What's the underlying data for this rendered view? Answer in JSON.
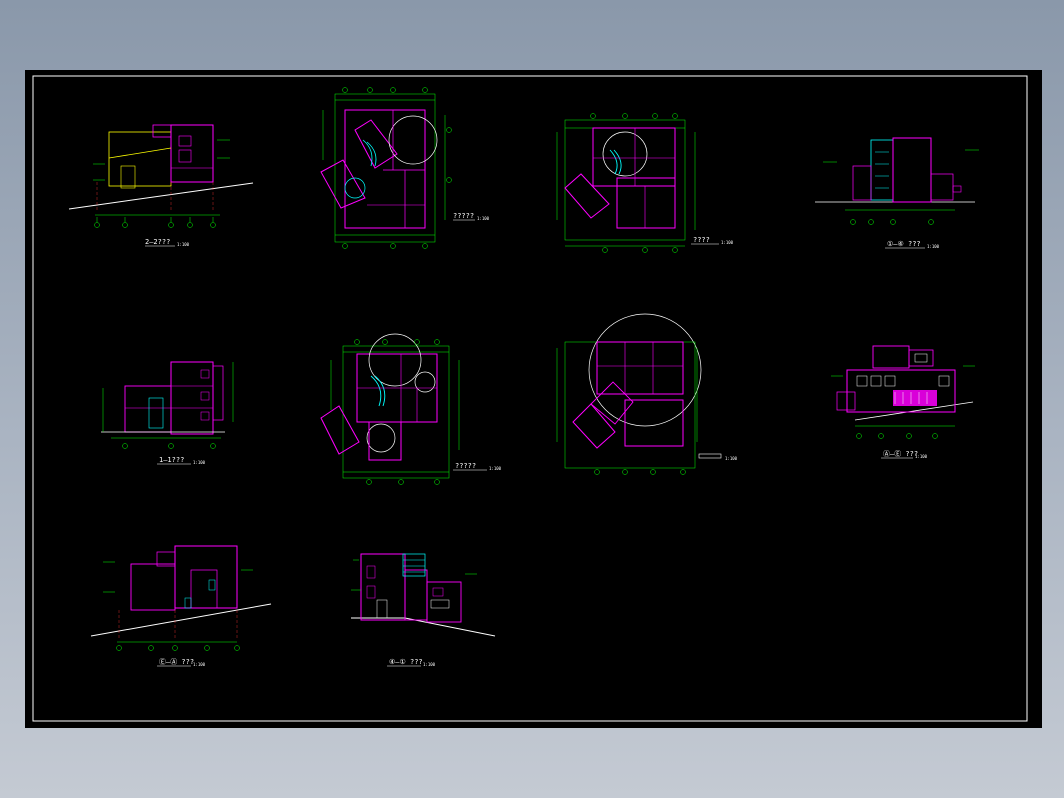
{
  "drawing": {
    "colors": {
      "background": "#000000",
      "frame": "#ffffff",
      "walls": "#ff00ff",
      "dimensions": "#00ff00",
      "stairs": "#00ffff",
      "titles": "#ffffff",
      "accent": "#ffff00",
      "axes": "#ff3333"
    },
    "views": {
      "section_2": {
        "title": "2—2???",
        "scale": "1:100"
      },
      "plan_floor_1": {
        "title": "?????",
        "scale": "1:100"
      },
      "plan_floor_2": {
        "title": "????",
        "scale": "1:100"
      },
      "elevation_1": {
        "title": "①—④ ???",
        "scale": "1:100"
      },
      "section_1": {
        "title": "1—1???",
        "scale": "1:100"
      },
      "plan_floor_0": {
        "title": "?????",
        "scale": "1:100"
      },
      "plan_roof": {
        "title": "",
        "scale": "1:100"
      },
      "elevation_2": {
        "title": "Ⓐ—Ⓔ ???",
        "scale": "1:100"
      },
      "elevation_3": {
        "title": "Ⓔ—Ⓐ ???",
        "scale": "1:100"
      },
      "elevation_4": {
        "title": "④—① ???",
        "scale": "1:100"
      }
    }
  }
}
